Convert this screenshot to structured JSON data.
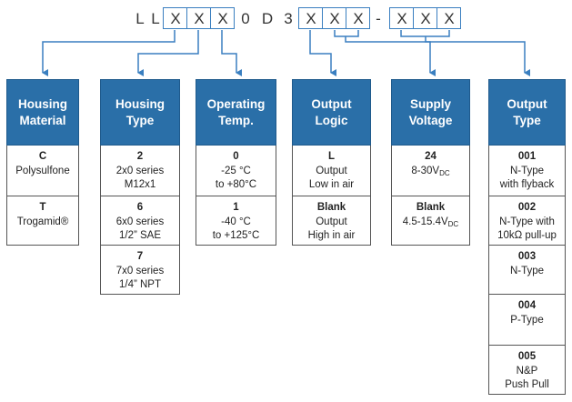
{
  "code": {
    "chars": [
      "L",
      "L",
      "X",
      "X",
      "X",
      "0",
      "D",
      "3",
      "X",
      "X",
      "X",
      "-",
      "X",
      "X",
      "X"
    ]
  },
  "columns": [
    {
      "title_line1": "Housing",
      "title_line2": "Material",
      "options": [
        {
          "key": "C",
          "lines": [
            "Polysulfone"
          ]
        },
        {
          "key": "T",
          "lines": [
            "Trogamid®"
          ]
        }
      ]
    },
    {
      "title_line1": "Housing",
      "title_line2": "Type",
      "options": [
        {
          "key": "2",
          "lines": [
            "2x0 series",
            "M12x1"
          ]
        },
        {
          "key": "6",
          "lines": [
            "6x0 series",
            "1/2” SAE"
          ]
        },
        {
          "key": "7",
          "lines": [
            "7x0 series",
            "1/4” NPT"
          ]
        }
      ]
    },
    {
      "title_line1": "Operating",
      "title_line2": "Temp.",
      "options": [
        {
          "key": "0",
          "lines": [
            "-25 °C",
            "to +80°C"
          ]
        },
        {
          "key": "1",
          "lines": [
            "-40 °C",
            "to +125°C"
          ]
        }
      ]
    },
    {
      "title_line1": "Output",
      "title_line2": "Logic",
      "options": [
        {
          "key": "L",
          "lines": [
            "Output",
            "Low in air"
          ]
        },
        {
          "key": "Blank",
          "lines": [
            "Output",
            "High in air"
          ]
        }
      ]
    },
    {
      "title_line1": "Supply",
      "title_line2": "Voltage",
      "options": [
        {
          "key": "24",
          "voltage": "8-30V",
          "sub": "DC"
        },
        {
          "key": "Blank",
          "voltage": "4.5-15.4V",
          "sub": "DC"
        }
      ]
    },
    {
      "title_line1": "Output",
      "title_line2": "Type",
      "options": [
        {
          "key": "001",
          "lines": [
            "N-Type",
            "with flyback"
          ]
        },
        {
          "key": "002",
          "lines": [
            "N-Type with",
            "10kΩ pull-up"
          ]
        },
        {
          "key": "003",
          "lines": [
            "N-Type"
          ]
        },
        {
          "key": "004",
          "lines": [
            "P-Type"
          ]
        },
        {
          "key": "005",
          "lines": [
            "N&P",
            "Push Pull"
          ]
        }
      ]
    }
  ],
  "colors": {
    "header_fill": "#2a6fa8",
    "connector": "#3a7fc0",
    "cell_border": "#555555"
  }
}
